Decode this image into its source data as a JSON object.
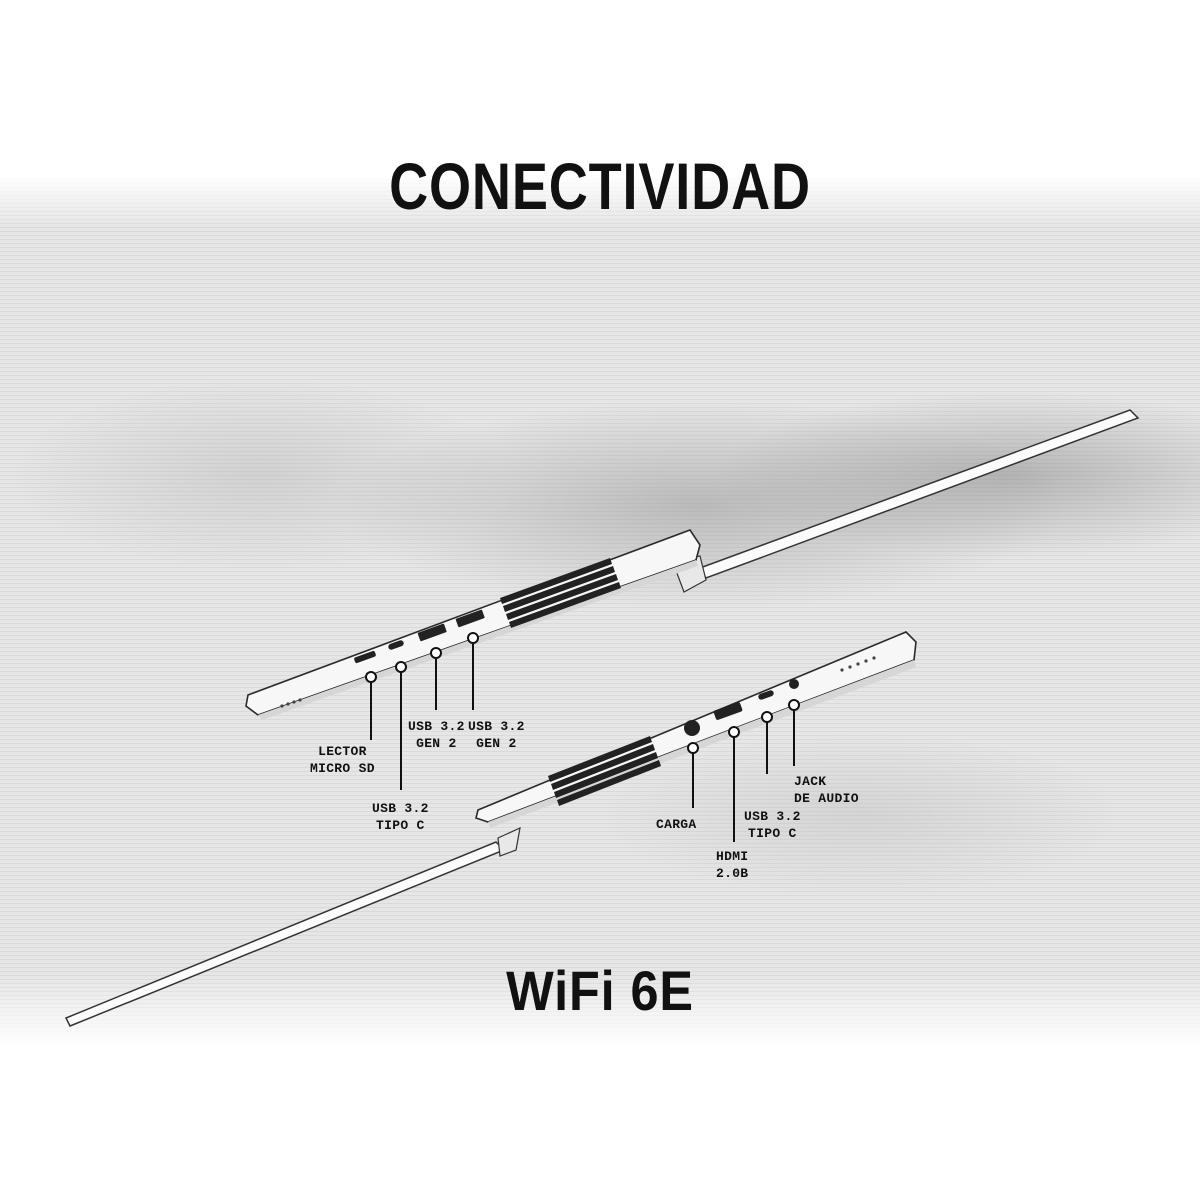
{
  "header": {
    "title": "CONECTIVIDAD"
  },
  "footer": {
    "title": "WiFi 6E"
  },
  "ports_left": [
    {
      "line1": "LECTOR",
      "line2": "MICRO SD"
    },
    {
      "line1": "USB 3.2",
      "line2": "TIPO C"
    },
    {
      "line1": "USB 3.2",
      "line2": "GEN 2"
    },
    {
      "line1": "USB 3.2",
      "line2": "GEN 2"
    }
  ],
  "ports_right": [
    {
      "line1": "CARGA"
    },
    {
      "line1": "HDMI",
      "line2": "2.0B"
    },
    {
      "line1": "USB 3.2",
      "line2": "TIPO C"
    },
    {
      "line1": "JACK",
      "line2": "DE AUDIO"
    }
  ],
  "colors": {
    "text": "#111111",
    "chassis": "#f7f7f7",
    "outline": "#2a2a2a"
  }
}
